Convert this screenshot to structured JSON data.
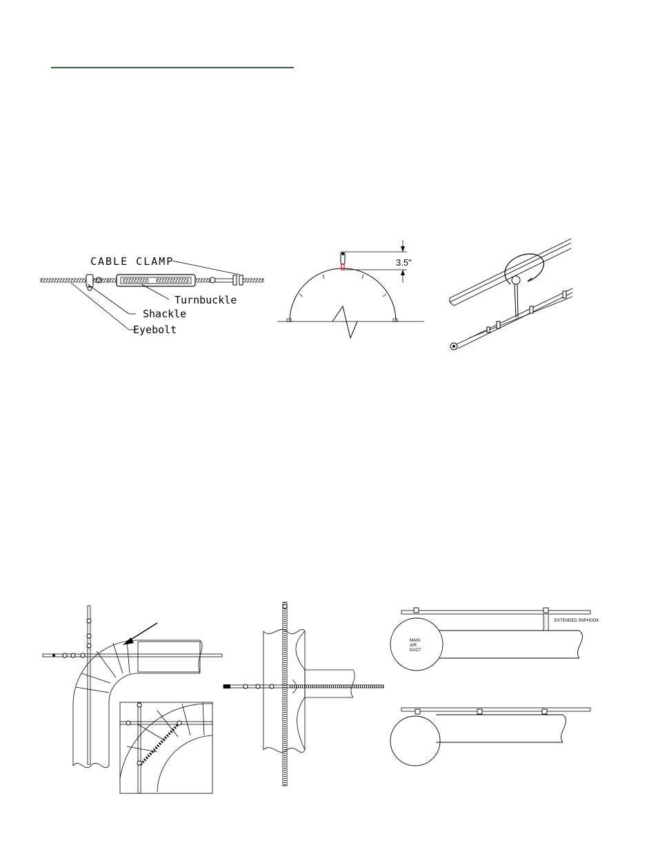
{
  "header": {
    "rule_color": "#2f5e3e"
  },
  "figure_turnbuckle": {
    "cable_clamp": "CABLE CLAMP",
    "turnbuckle": "Turnbuckle",
    "shackle": "Shackle",
    "eyebolt": "Eyebolt"
  },
  "figure_arch": {
    "dimension": "3.5\"",
    "accent_color": "#d0021b"
  },
  "figure_duct": {
    "main_air_duct_line1": "MAIN",
    "main_air_duct_line2": "AIR",
    "main_air_duct_line3": "DUCT",
    "extended_snaphook": "EXTENDED SNPHOOK"
  }
}
